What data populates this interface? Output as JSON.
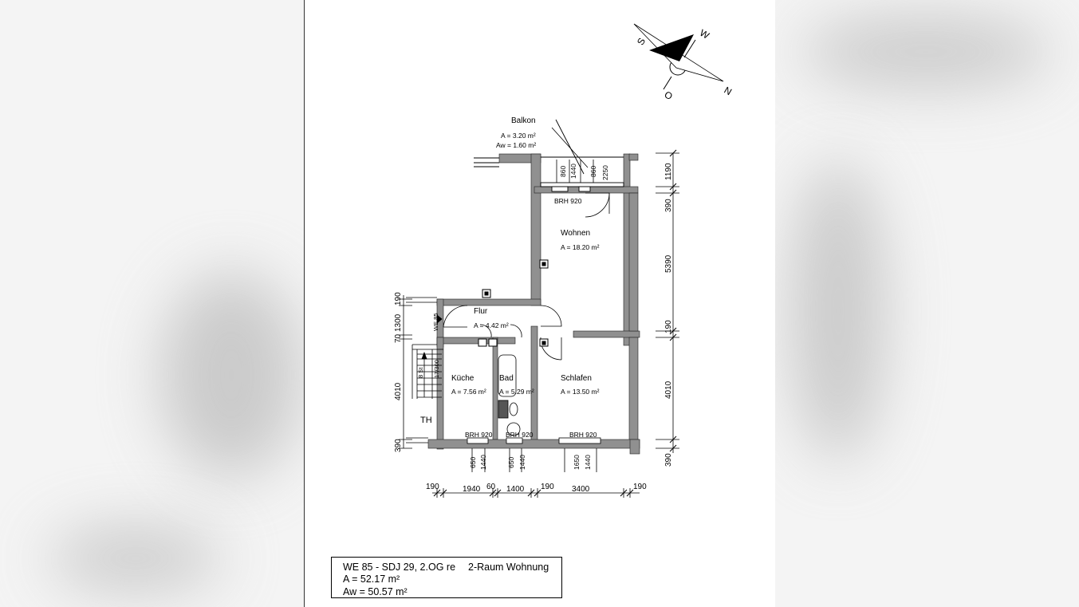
{
  "compass": {
    "north": "N",
    "south": "S",
    "east": "O",
    "west": "W"
  },
  "balcony": {
    "name": "Balkon",
    "area": "A = 3.20 m²",
    "area_w": "Aw = 1.60 m²"
  },
  "rooms": {
    "wohnen": {
      "name": "Wohnen",
      "area": "A = 18.20 m²"
    },
    "flur": {
      "name": "Flur",
      "area": "A = 4.42 m²"
    },
    "kueche": {
      "name": "Küche",
      "area": "A = 7.56 m²"
    },
    "bad": {
      "name": "Bad",
      "area": "A = 5.29 m²"
    },
    "schlafen": {
      "name": "Schlafen",
      "area": "A = 13.50 m²"
    },
    "th": "TH"
  },
  "unit_tag": "WE 85",
  "brh": "BRH 920",
  "stair": {
    "count": "8 St",
    "size": "17/300"
  },
  "window_dims": {
    "balcony": [
      "860",
      "1440",
      "860",
      "2250"
    ],
    "kitchen": [
      "650",
      "1440"
    ],
    "bath": [
      "650",
      "1440"
    ],
    "bedroom": [
      "1650",
      "1440"
    ]
  },
  "dims_bottom": [
    "190",
    "1940",
    "60",
    "1400",
    "190",
    "3400",
    "190"
  ],
  "dims_right": [
    "1190",
    "390",
    "5390",
    "190",
    "4010",
    "390"
  ],
  "dims_left": [
    "190",
    "1300",
    "70",
    "4010",
    "390"
  ],
  "info": {
    "unit": "WE 85 - SDJ 29, 2.OG re",
    "type": "2-Raum Wohnung",
    "area": "A = 52.17 m²",
    "area_w": "Aw = 50.57 m²"
  }
}
